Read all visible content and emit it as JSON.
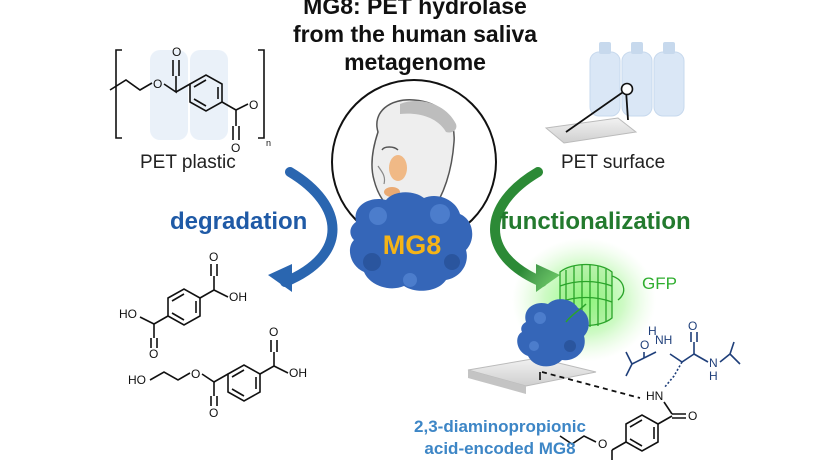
{
  "title": {
    "line1": "MG8: PET hydrolase",
    "line2": "from the human saliva",
    "line3": "metagenome"
  },
  "left": {
    "pet_plastic_label": "PET plastic",
    "degradation_label": "degradation",
    "subscript_n": "n"
  },
  "right": {
    "pet_surface_label": "PET surface",
    "functionalization_label": "functionalization",
    "gfp_label": "GFP",
    "dap_line1": "2,3-diaminopropionic",
    "dap_line2": "acid-encoded MG8"
  },
  "center": {
    "enzyme_label": "MG8"
  },
  "atoms": {
    "O": "O",
    "OH": "OH",
    "HO": "HO",
    "NH": "NH",
    "HN": "HN",
    "N": "N",
    "H": "H"
  },
  "colors": {
    "degradation_blue": "#1f5aa6",
    "functionalization_green": "#237a2e",
    "mg8_gold": "#f5b417",
    "gfp_green": "#2fae2f",
    "dap_blue": "#3d86c6",
    "protein_blue": "#3566b8"
  }
}
